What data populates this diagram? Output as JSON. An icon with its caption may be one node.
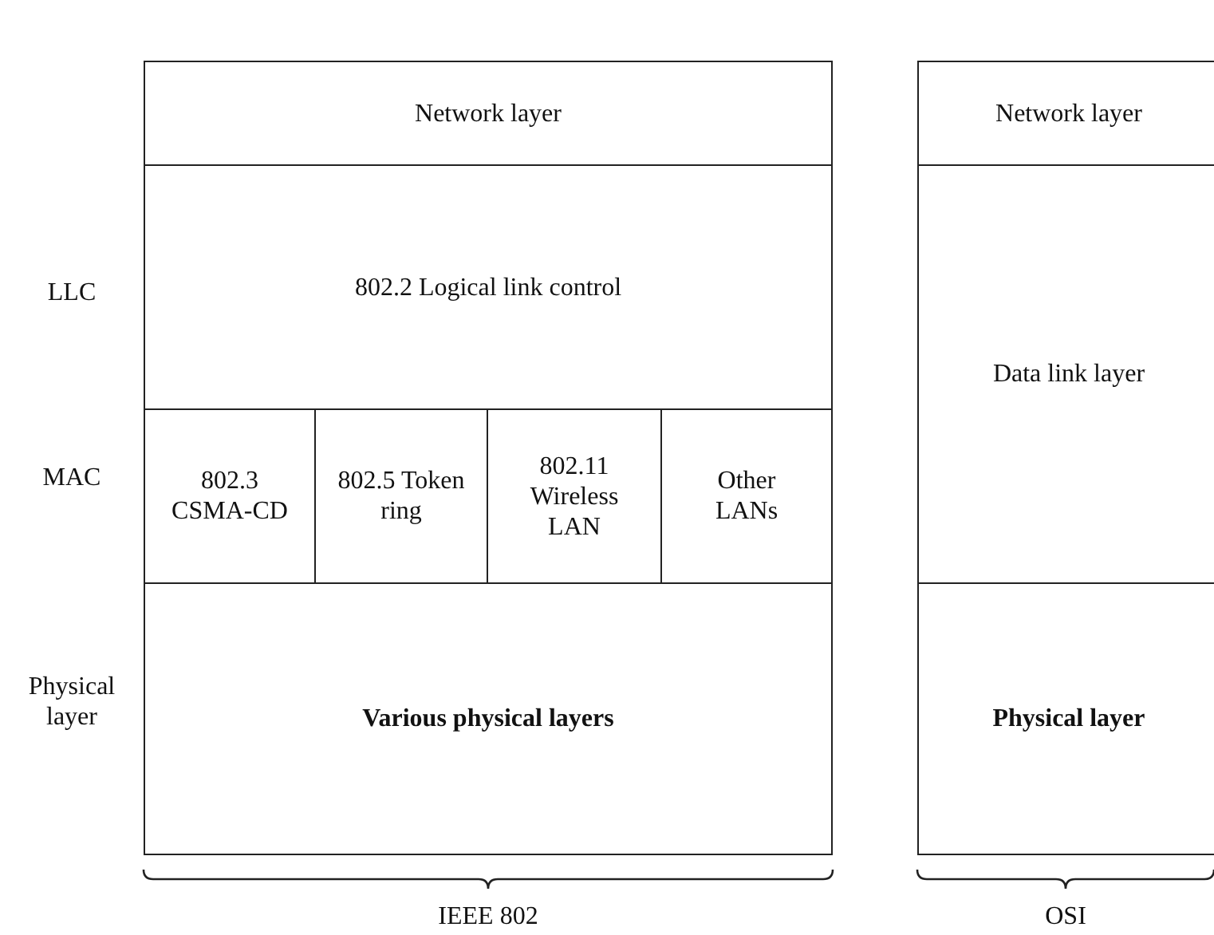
{
  "diagram": {
    "nodes": [
      {
        "text": [
          "Network layer"
        ]
      },
      {
        "text": [
          "802.2 Logical link control"
        ]
      },
      {
        "text": [
          "802.3 CSMA-CD"
        ]
      },
      {
        "text": [
          "802.5 Token ring"
        ]
      },
      {
        "text": [
          "802.11 Wireless LAN"
        ]
      },
      {
        "text": [
          "Other LANs"
        ]
      },
      {
        "text": [
          "Various physical layers"
        ]
      },
      {
        "text": [
          "Network layer"
        ]
      },
      {
        "text": [
          "Data link layer"
        ]
      },
      {
        "text": [
          "Physical layer"
        ]
      }
    ],
    "edges": [],
    "labels": [
      "LLC",
      "MAC",
      "Physical layer",
      "IEEE 802",
      "OSI"
    ]
  }
}
